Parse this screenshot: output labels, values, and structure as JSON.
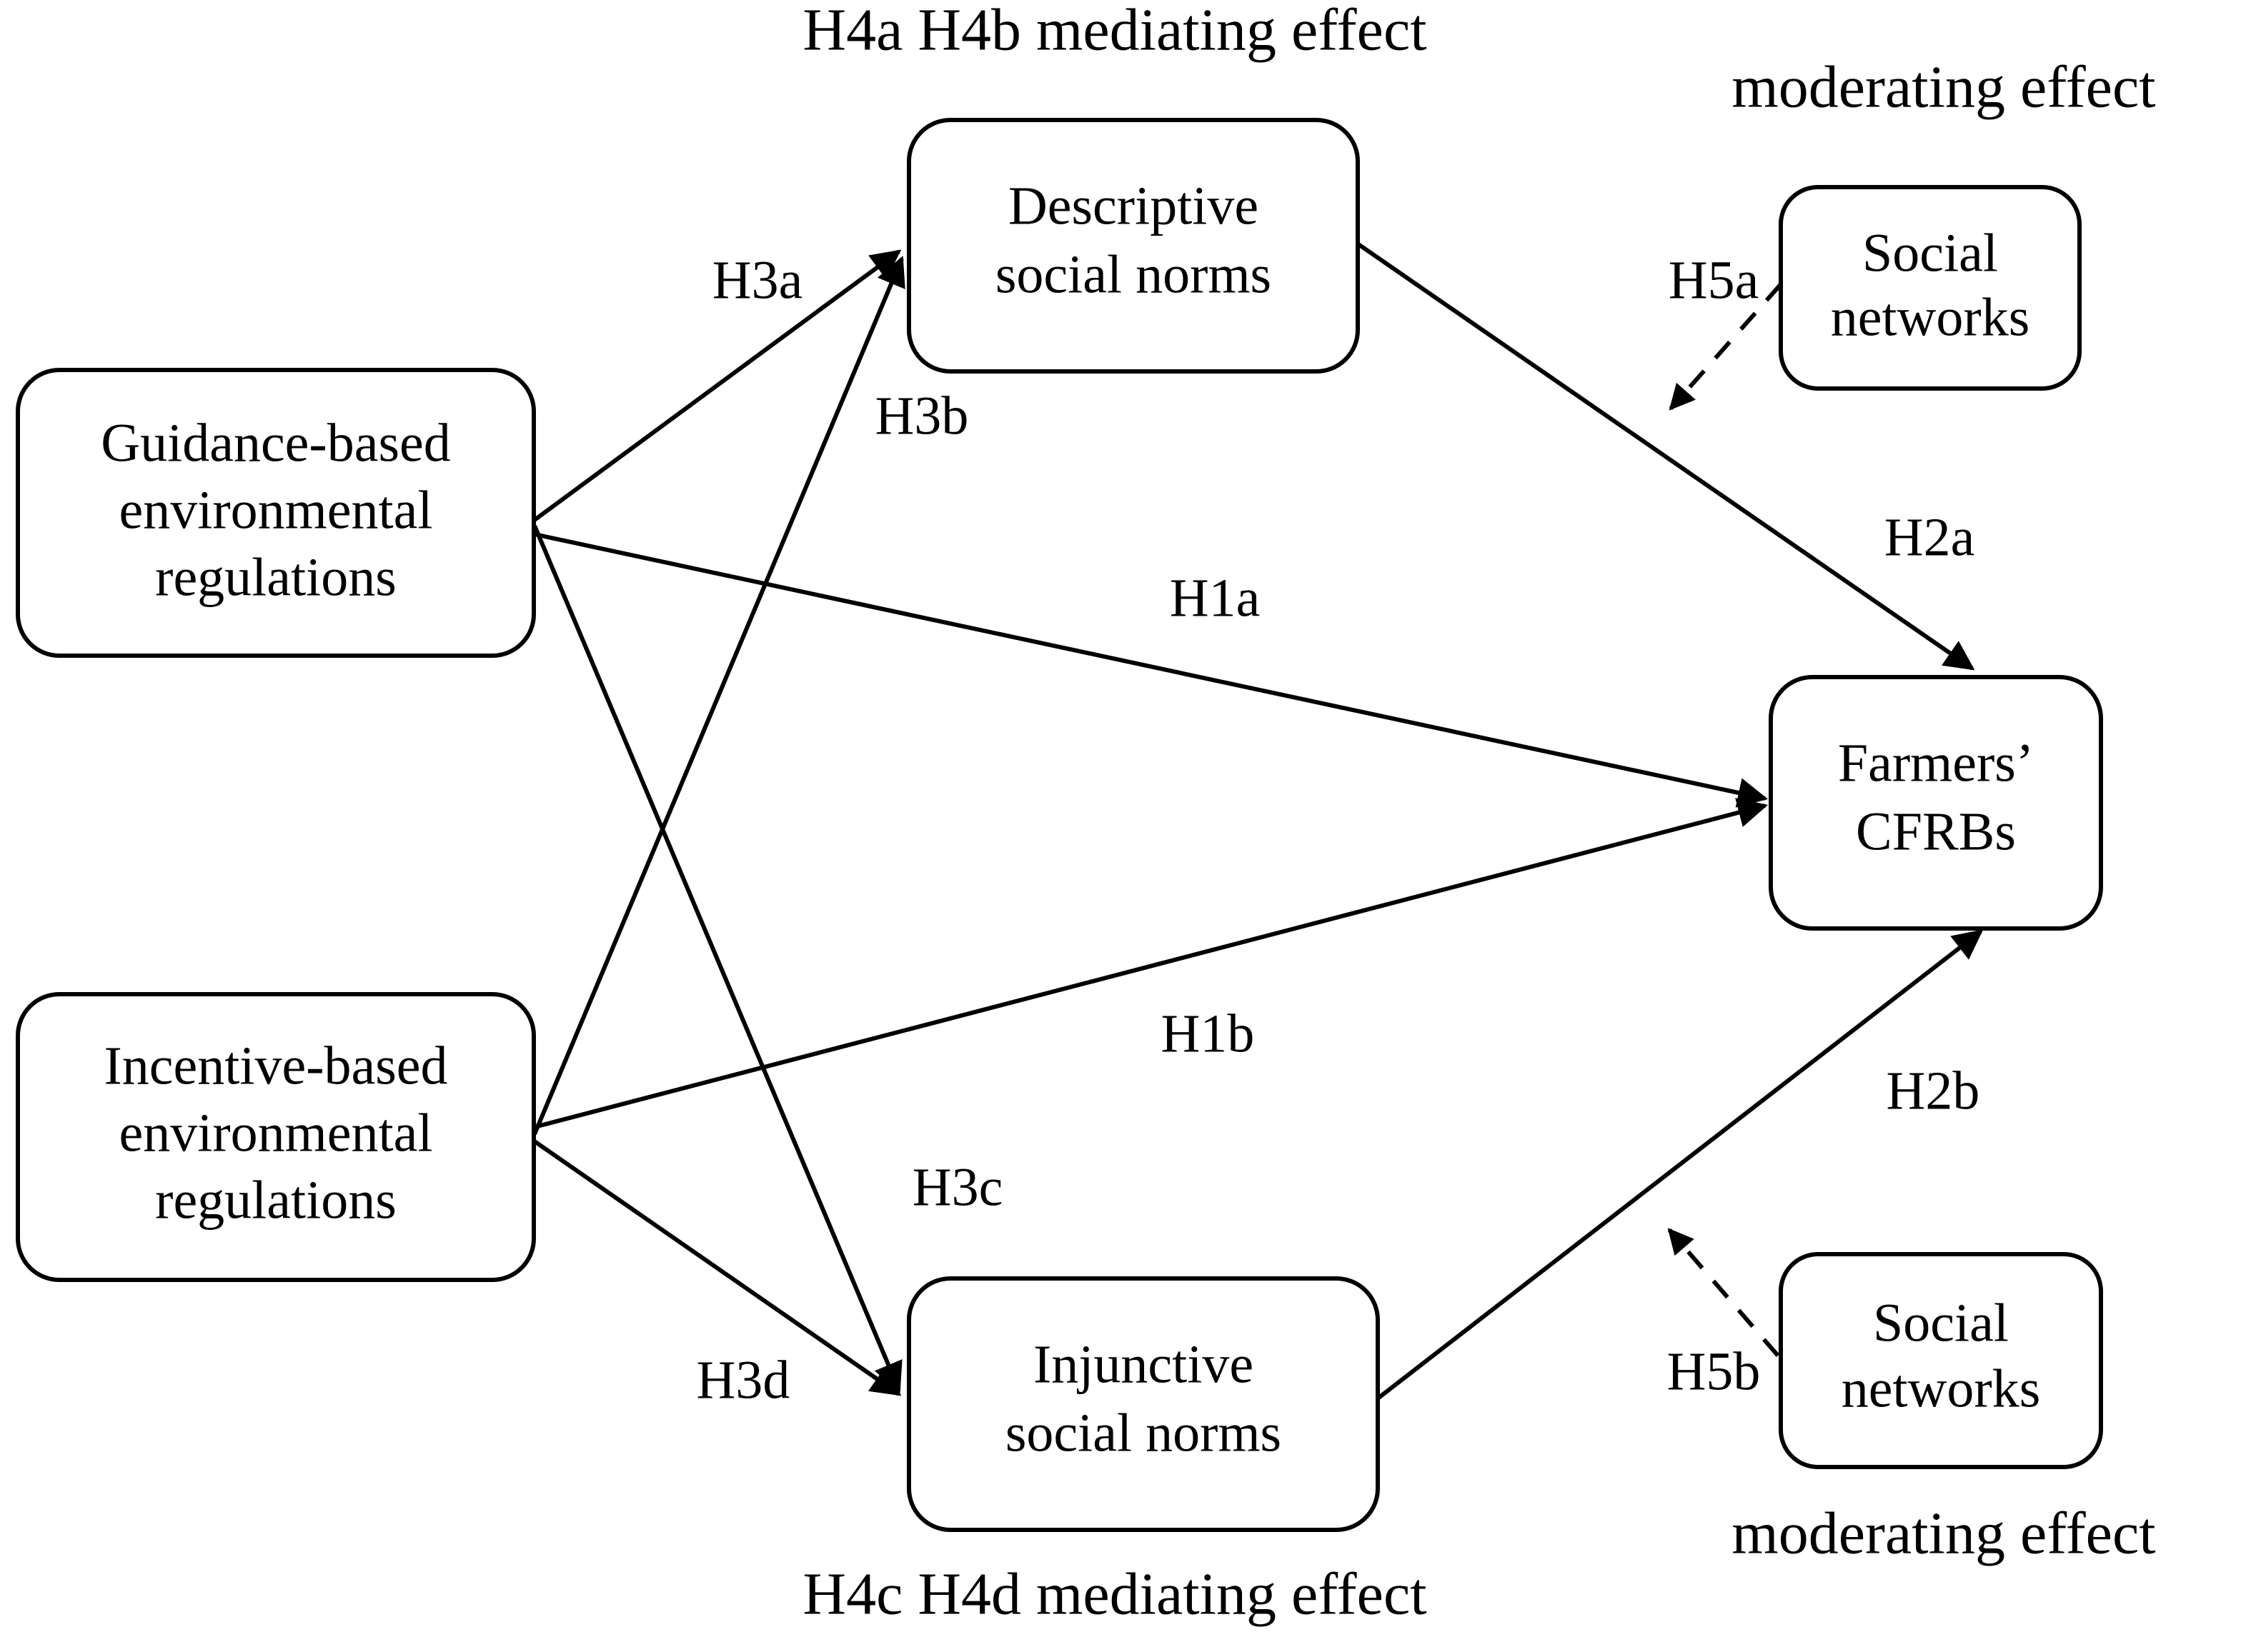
{
  "diagram": {
    "type": "conceptual-research-framework",
    "background_color": "#ffffff",
    "line_color": "#000000",
    "nodes": [
      {
        "id": "guidance",
        "lines": [
          "Guidance-based",
          "environmental",
          "regulations"
        ]
      },
      {
        "id": "incentive",
        "lines": [
          "Incentive-based",
          "environmental",
          "regulations"
        ]
      },
      {
        "id": "descriptive",
        "lines": [
          "Descriptive",
          "social norms"
        ]
      },
      {
        "id": "injunctive",
        "lines": [
          "Injunctive",
          "social norms"
        ]
      },
      {
        "id": "outcome",
        "lines": [
          "Farmers’",
          "CFRBs"
        ]
      },
      {
        "id": "social-networks-top",
        "lines": [
          "Social",
          "networks"
        ]
      },
      {
        "id": "social-networks-bottom",
        "lines": [
          "Social",
          "networks"
        ]
      }
    ],
    "edge_labels": {
      "h1a": "H1a",
      "h1b": "H1b",
      "h2a": "H2a",
      "h2b": "H2b",
      "h3a": "H3a",
      "h3b": "H3b",
      "h3c": "H3c",
      "h3d": "H3d",
      "h5a": "H5a",
      "h5b": "H5b"
    },
    "captions": {
      "top_mediating": "H4a H4b mediating effect",
      "bottom_mediating": "H4c H4d mediating effect",
      "top_moderating": "moderating effect",
      "bottom_moderating": "moderating effect"
    }
  }
}
